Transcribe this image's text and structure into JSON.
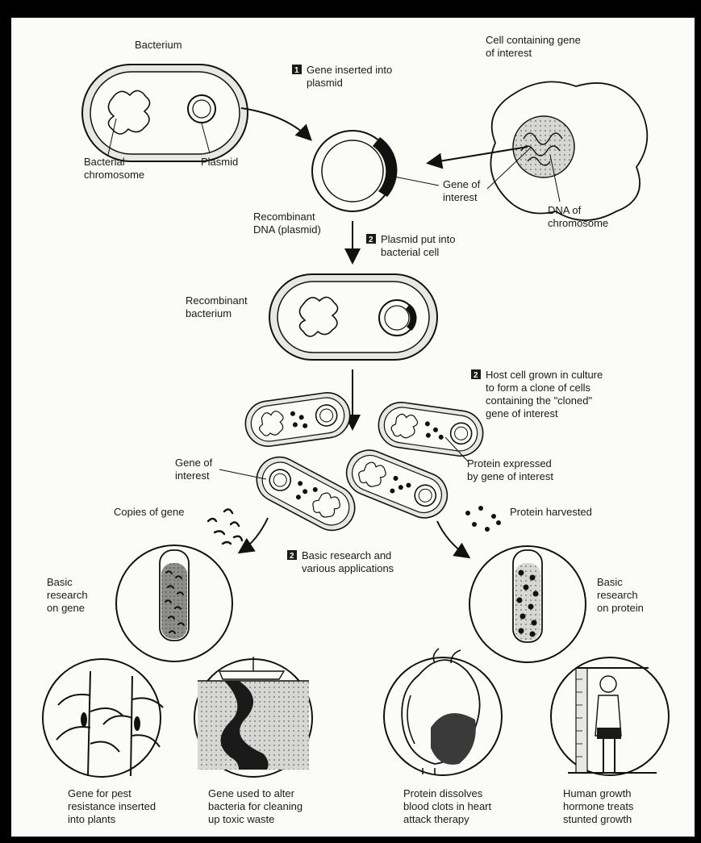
{
  "labels": {
    "bacterium": "Bacterium",
    "bacterial_chromosome_1": "Bacterial",
    "bacterial_chromosome_2": "chromosome",
    "plasmid": "Plasmid",
    "recombinant_dna_1": "Recombinant",
    "recombinant_dna_2": "DNA (plasmid)",
    "cell_gene_1": "Cell containing gene",
    "cell_gene_2": "of interest",
    "gene_of_interest_1": "Gene of",
    "gene_of_interest_2": "interest",
    "dna_chromosome_1": "DNA of",
    "dna_chromosome_2": "chromosome",
    "recombinant_bacterium_1": "Recombinant",
    "recombinant_bacterium_2": "bacterium",
    "gene_of_interest_b_1": "Gene of",
    "gene_of_interest_b_2": "interest",
    "protein_expressed_1": "Protein expressed",
    "protein_expressed_2": "by gene of interest",
    "copies_of_gene": "Copies of gene",
    "protein_harvested": "Protein harvested",
    "basic_gene_1": "Basic",
    "basic_gene_2": "research",
    "basic_gene_3": "on gene",
    "basic_protein_1": "Basic",
    "basic_protein_2": "research",
    "basic_protein_3": "on protein",
    "cap_plants_1": "Gene for pest",
    "cap_plants_2": "resistance inserted",
    "cap_plants_3": "into plants",
    "cap_waste_1": "Gene used to alter",
    "cap_waste_2": "bacteria for cleaning",
    "cap_waste_3": "up toxic waste",
    "cap_heart_1": "Protein dissolves",
    "cap_heart_2": "blood clots in heart",
    "cap_heart_3": "attack therapy",
    "cap_growth_1": "Human growth",
    "cap_growth_2": "hormone treats",
    "cap_growth_3": "stunted growth"
  },
  "steps": {
    "s1_num": "1",
    "s1_line1": "Gene inserted into",
    "s1_line2": "plasmid",
    "s2_num": "2",
    "s2_line1": "Plasmid put into",
    "s2_line2": "bacterial cell",
    "s3_num": "2",
    "s3_line1": "Host cell grown in culture",
    "s3_line2": "to form a clone of cells",
    "s3_line3": "containing the \"cloned\"",
    "s3_line4": "gene of interest",
    "s4_num": "2",
    "s4_line1": "Basic research and",
    "s4_line2": "various applications"
  }
}
